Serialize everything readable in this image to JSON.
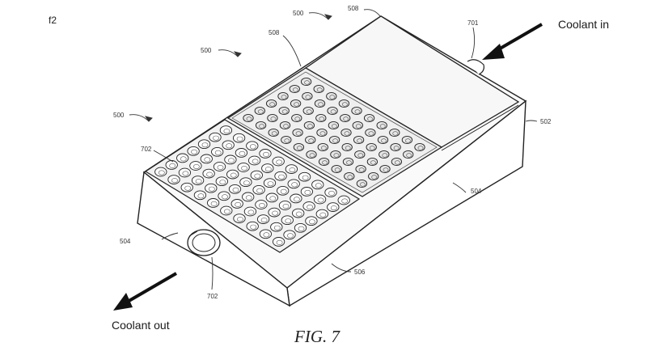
{
  "figure_tag": "f2",
  "caption": "FIG. 7",
  "annotations": {
    "coolant_in": "Coolant in",
    "coolant_out": "Coolant out"
  },
  "refs": {
    "r500a": "500",
    "r508a": "508",
    "r500b": "500",
    "r508b": "508",
    "r701": "701",
    "r500c": "500",
    "r702top": "702",
    "r502": "502",
    "r504r": "504",
    "r504l": "504",
    "r506": "506",
    "r702": "702"
  },
  "colors": {
    "line": "#222222",
    "panel_fill": "#f4f4f4",
    "cell_fill": "#ffffff",
    "arrow": "#111111"
  }
}
